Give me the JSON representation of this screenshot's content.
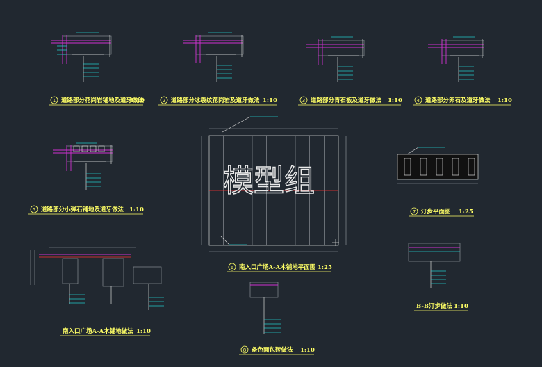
{
  "drawing": {
    "watermark": "模型组",
    "colors": {
      "background": "#212830",
      "title": "#ffff66",
      "cyan": "#22c8c8",
      "magenta": "#d030d0",
      "red": "#ff3030"
    }
  },
  "details": [
    {
      "num": "1",
      "title": "道路部分花岗岩铺地及道牙做法",
      "scale": "1:10"
    },
    {
      "num": "2",
      "title": "道路部分冰裂纹花岗岩及道牙做法",
      "scale": "1:10"
    },
    {
      "num": "3",
      "title": "道路部分青石板及道牙做法",
      "scale": "1:10"
    },
    {
      "num": "4",
      "title": "道路部分卵石及道牙做法",
      "scale": "1:10"
    },
    {
      "num": "5",
      "title": "道路部分小弹石铺地及道牙做法",
      "scale": "1:10"
    },
    {
      "num": "6",
      "title": "南入口广场A-A木铺地平面图",
      "scale": "1:25"
    },
    {
      "num": "7",
      "title": "汀步平面图",
      "scale": "1:25"
    },
    {
      "num": "",
      "title": "南入口广场A-A木铺地做法",
      "scale": "1:10"
    },
    {
      "num": "",
      "title": "B-B汀步做法",
      "scale": "1:10"
    },
    {
      "num": "8",
      "title": "备色面包砖做法",
      "scale": "1:10"
    }
  ]
}
